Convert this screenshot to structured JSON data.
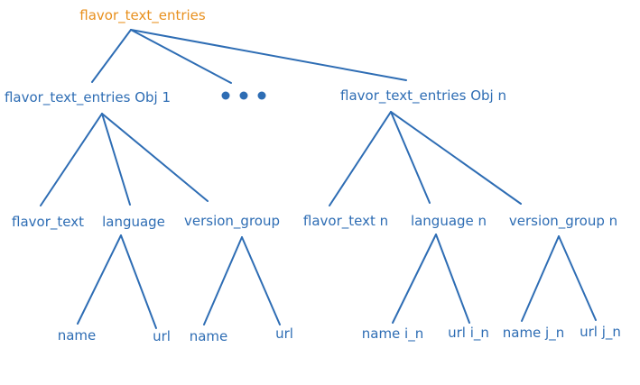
{
  "colors": {
    "root_text": "#E8901E",
    "node_text": "#2E6DB4",
    "line": "#2E6DB4",
    "background": "#FFFFFF"
  },
  "tree": {
    "root": "flavor_text_entries",
    "objects": {
      "first": "flavor_text_entries Obj 1",
      "last": "flavor_text_entries Obj n",
      "ellipsis_dots": 3
    },
    "obj1_fields": {
      "flavor_text": "flavor_text",
      "language": "language",
      "version_group": "version_group"
    },
    "objn_fields": {
      "flavor_text": "flavor_text n",
      "language": "language n",
      "version_group": "version_group n"
    },
    "obj1_leaves": {
      "language_name": "name",
      "language_url": "url",
      "version_name": "name",
      "version_url": "url"
    },
    "objn_leaves": {
      "language_name": "name i_n",
      "language_url": "url i_n",
      "version_name": "name j_n",
      "version_url": "url j_n"
    }
  }
}
